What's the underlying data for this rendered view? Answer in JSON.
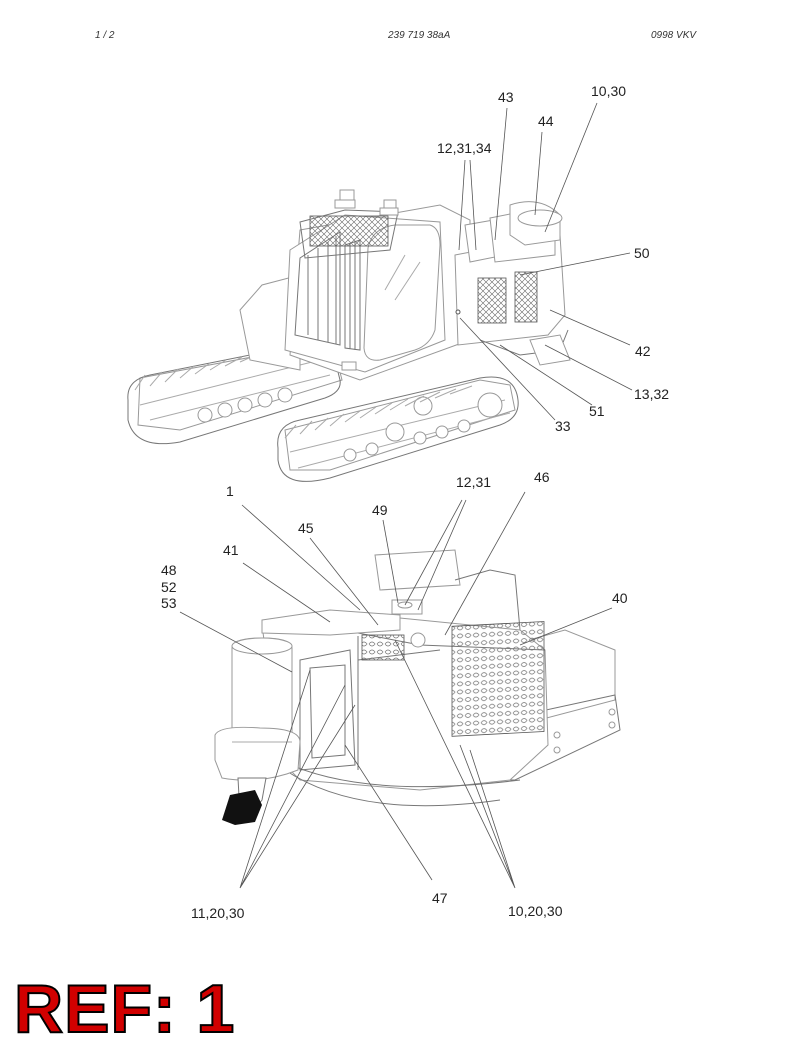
{
  "header": {
    "page": "1 / 2",
    "doc_number": "239 719 38aA",
    "revision": "0998 VKV"
  },
  "callouts_top": [
    "43",
    "10,30",
    "44",
    "12,31,34",
    "50",
    "42",
    "13,32",
    "51",
    "33"
  ],
  "callouts_bottom": [
    "12,31",
    "46",
    "1",
    "49",
    "45",
    "41",
    "48",
    "52",
    "53",
    "40",
    "47",
    "11,20,30",
    "10,20,30"
  ],
  "ref": "REF: 1"
}
